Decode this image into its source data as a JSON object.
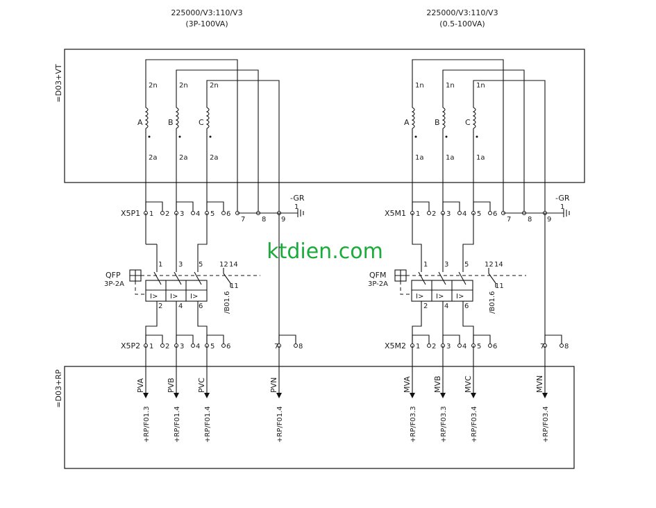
{
  "header": {
    "left_ratio": "225000/V3:110/V3",
    "left_rating": "(3P-100VA)",
    "right_ratio": "225000/V3:110/V3",
    "right_rating": "(0.5-100VA)"
  },
  "frames": {
    "vt_label": "=D03+VT",
    "rp_label": "=D03+RP"
  },
  "watermark": "ktdien.com",
  "ground_label": "-GR",
  "ground_pin": "1",
  "left": {
    "phases": [
      "A",
      "B",
      "C"
    ],
    "sec_top": "2n",
    "sec_bot": "2a",
    "terminal_top": {
      "name": "X5P1",
      "pins": [
        "1",
        "2",
        "3",
        "4",
        "5",
        "6",
        "7",
        "8",
        "9"
      ]
    },
    "breaker": {
      "name": "QFP",
      "rating": "3P-2A",
      "in_pins": [
        "1",
        "3",
        "5"
      ],
      "out_pins": [
        "2",
        "4",
        "6"
      ],
      "trip": "I>",
      "aux_pins": "12",
      "aux_pins_2": "14",
      "aux_com": "11",
      "ref": "/B01.6"
    },
    "terminal_bottom": {
      "name": "X5P2",
      "pins": [
        "1",
        "2",
        "3",
        "4",
        "5",
        "6",
        "7",
        "8"
      ]
    },
    "outputs": [
      {
        "signal": "PVA",
        "dest": "+RP/F01.3"
      },
      {
        "signal": "PVB",
        "dest": "+RP/F01.4"
      },
      {
        "signal": "PVC",
        "dest": "+RP/F01.4"
      },
      {
        "signal": "PVN",
        "dest": "+RP/F01.4"
      }
    ]
  },
  "right": {
    "phases": [
      "A",
      "B",
      "C"
    ],
    "sec_top": "1n",
    "sec_bot": "1a",
    "terminal_top": {
      "name": "X5M1",
      "pins": [
        "1",
        "2",
        "3",
        "4",
        "5",
        "6",
        "7",
        "8",
        "9"
      ]
    },
    "breaker": {
      "name": "QFM",
      "rating": "3P-2A",
      "in_pins": [
        "1",
        "3",
        "5"
      ],
      "out_pins": [
        "2",
        "4",
        "6"
      ],
      "trip": "I>",
      "aux_pins": "12",
      "aux_pins_2": "14",
      "aux_com": "11",
      "ref": "/B01.6"
    },
    "terminal_bottom": {
      "name": "X5M2",
      "pins": [
        "1",
        "2",
        "3",
        "4",
        "5",
        "6",
        "7",
        "8"
      ]
    },
    "outputs": [
      {
        "signal": "MVA",
        "dest": "+RP/F03.3"
      },
      {
        "signal": "MVB",
        "dest": "+RP/F03.3"
      },
      {
        "signal": "MVC",
        "dest": "+RP/F03.4"
      },
      {
        "signal": "MVN",
        "dest": "+RP/F03.4"
      }
    ]
  }
}
